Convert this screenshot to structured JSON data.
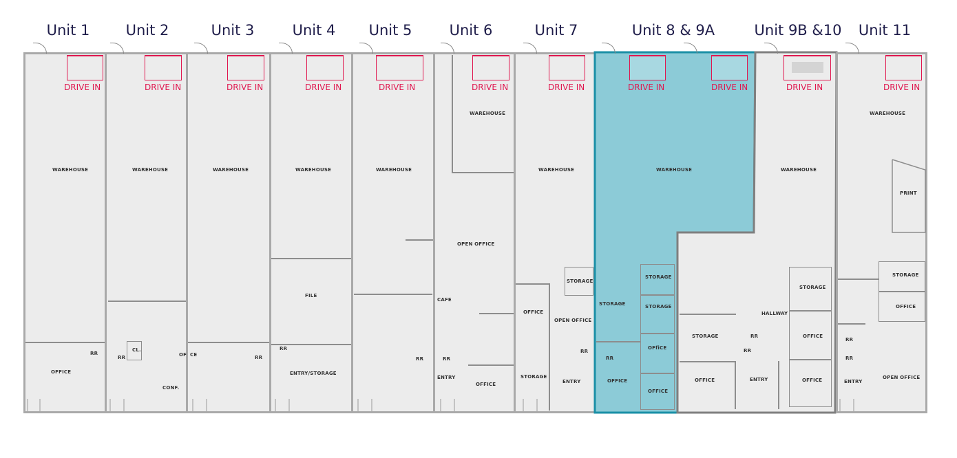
{
  "units": [
    {
      "id": "unit-1",
      "title": "Unit 1"
    },
    {
      "id": "unit-2",
      "title": "Unit 2"
    },
    {
      "id": "unit-3",
      "title": "Unit 3"
    },
    {
      "id": "unit-4",
      "title": "Unit 4"
    },
    {
      "id": "unit-5",
      "title": "Unit 5"
    },
    {
      "id": "unit-6",
      "title": "Unit 6"
    },
    {
      "id": "unit-7",
      "title": "Unit 7"
    },
    {
      "id": "unit-8-9a",
      "title": "Unit 8 & 9A"
    },
    {
      "id": "unit-9b-10",
      "title": "Unit 9B &10"
    },
    {
      "id": "unit-11",
      "title": "Unit 11"
    }
  ],
  "drive_in_label": "DRIVE IN",
  "rooms": {
    "warehouse": "WAREHOUSE",
    "office": "OFFICE",
    "office_variant": "OFfiCE",
    "office_fragment": "OF",
    "office_fragment2": "CE",
    "rr": "RR",
    "cl": "CL.",
    "conf": "CONF.",
    "file": "FILE",
    "entry_storage": "ENTRY/STORAGE",
    "open_office": "OPEN OFFICE",
    "cafe": "CAFE",
    "entry": "ENTRY",
    "storage": "STORAGE",
    "hallway": "HALLWAY",
    "print": "PRINT"
  },
  "colors": {
    "highlight_fill": "#8ccbd7",
    "highlight_border": "#1a8fa6",
    "drive_in": "#e0174f",
    "title": "#1f1d4a",
    "floor": "#ececec"
  }
}
